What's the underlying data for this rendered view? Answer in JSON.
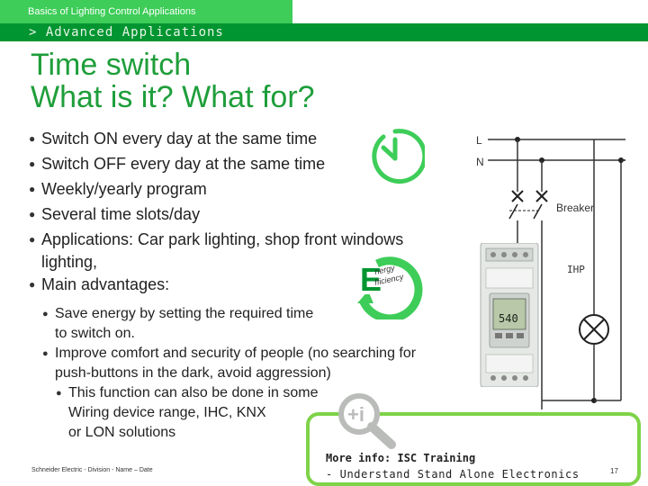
{
  "header": {
    "section_title": "Basics of Lighting Control Applications",
    "subsection": "> Advanced Applications"
  },
  "slide": {
    "title_line1": "Time switch",
    "title_line2": "What is it? What for?",
    "bullets": [
      "Switch ON every day at the same time",
      "Switch OFF every day at the same time",
      "Weekly/yearly program",
      "Several time slots/day",
      "Applications: Car park lighting, shop front windows",
      "lighting,",
      "Main advantages:"
    ],
    "sub_bullets": [
      "Save energy by setting the required time",
      "to switch on.",
      "Improve comfort and security of people (no searching for",
      "push-buttons in the dark, avoid aggression)"
    ],
    "sub_sub_bullet": [
      "This function can also be done in some",
      "Wiring device range, IHC, KNX",
      "or LON solutions"
    ]
  },
  "diagram": {
    "label_L": "L",
    "label_N": "N",
    "label_breaker": "Breaker",
    "label_ihp": "IHP",
    "device_display": "540"
  },
  "energy_logo": {
    "letter": "E",
    "line1": "nergy",
    "line2": "fficiency"
  },
  "infobox": {
    "line1": "More info: ISC Training",
    "line2": "- Understand Stand Alone Electronics"
  },
  "footer": {
    "left": "Schneider Electric - Division - Name – Date",
    "page": "17"
  },
  "colors": {
    "brand_green": "#3dcd58",
    "dark_green": "#009530",
    "title_green": "#1e9e3a",
    "info_border": "#7ed348"
  },
  "icons": [
    "clock-icon",
    "energy-efficiency-logo",
    "info-magnifier-icon",
    "lamp-symbol",
    "breaker-switch-icon"
  ]
}
